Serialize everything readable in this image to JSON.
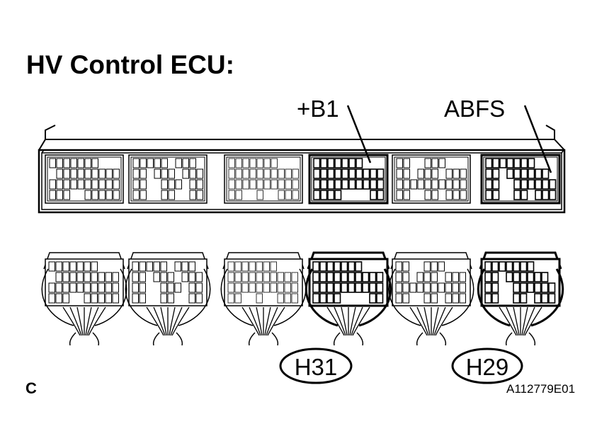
{
  "title": "HV Control ECU:",
  "pins": [
    {
      "id": "b1",
      "label": "+B1"
    },
    {
      "id": "abfs",
      "label": "ABFS"
    }
  ],
  "connectors": [
    {
      "id": "h31",
      "label": "H31"
    },
    {
      "id": "h29",
      "label": "H29"
    }
  ],
  "corner_letter": "C",
  "figure_code": "A112779E01"
}
